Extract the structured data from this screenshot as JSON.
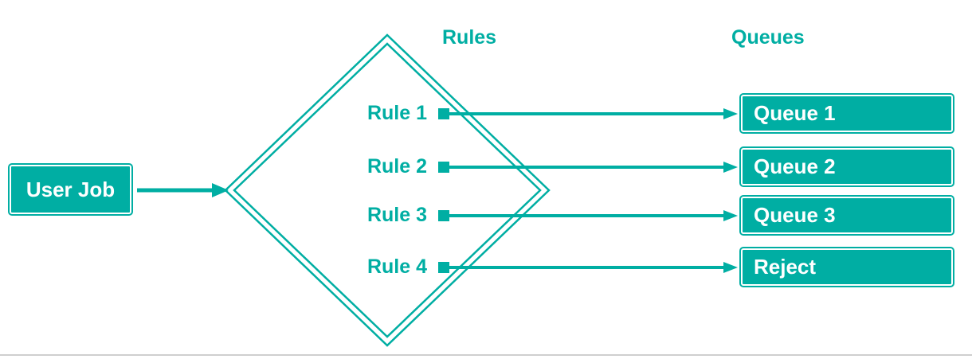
{
  "diagram": {
    "headers": {
      "rules": "Rules",
      "queues": "Queues"
    },
    "source": {
      "label": "User Job"
    },
    "rules": [
      {
        "label": "Rule 1"
      },
      {
        "label": "Rule 2"
      },
      {
        "label": "Rule 3"
      },
      {
        "label": "Rule 4"
      }
    ],
    "queues": [
      {
        "label": "Queue 1"
      },
      {
        "label": "Queue 2"
      },
      {
        "label": "Queue 3"
      },
      {
        "label": "Reject"
      }
    ],
    "colors": {
      "accent": "#00AEA3",
      "node_text": "#FFFFFF",
      "divider": "#CFCFCF"
    }
  }
}
